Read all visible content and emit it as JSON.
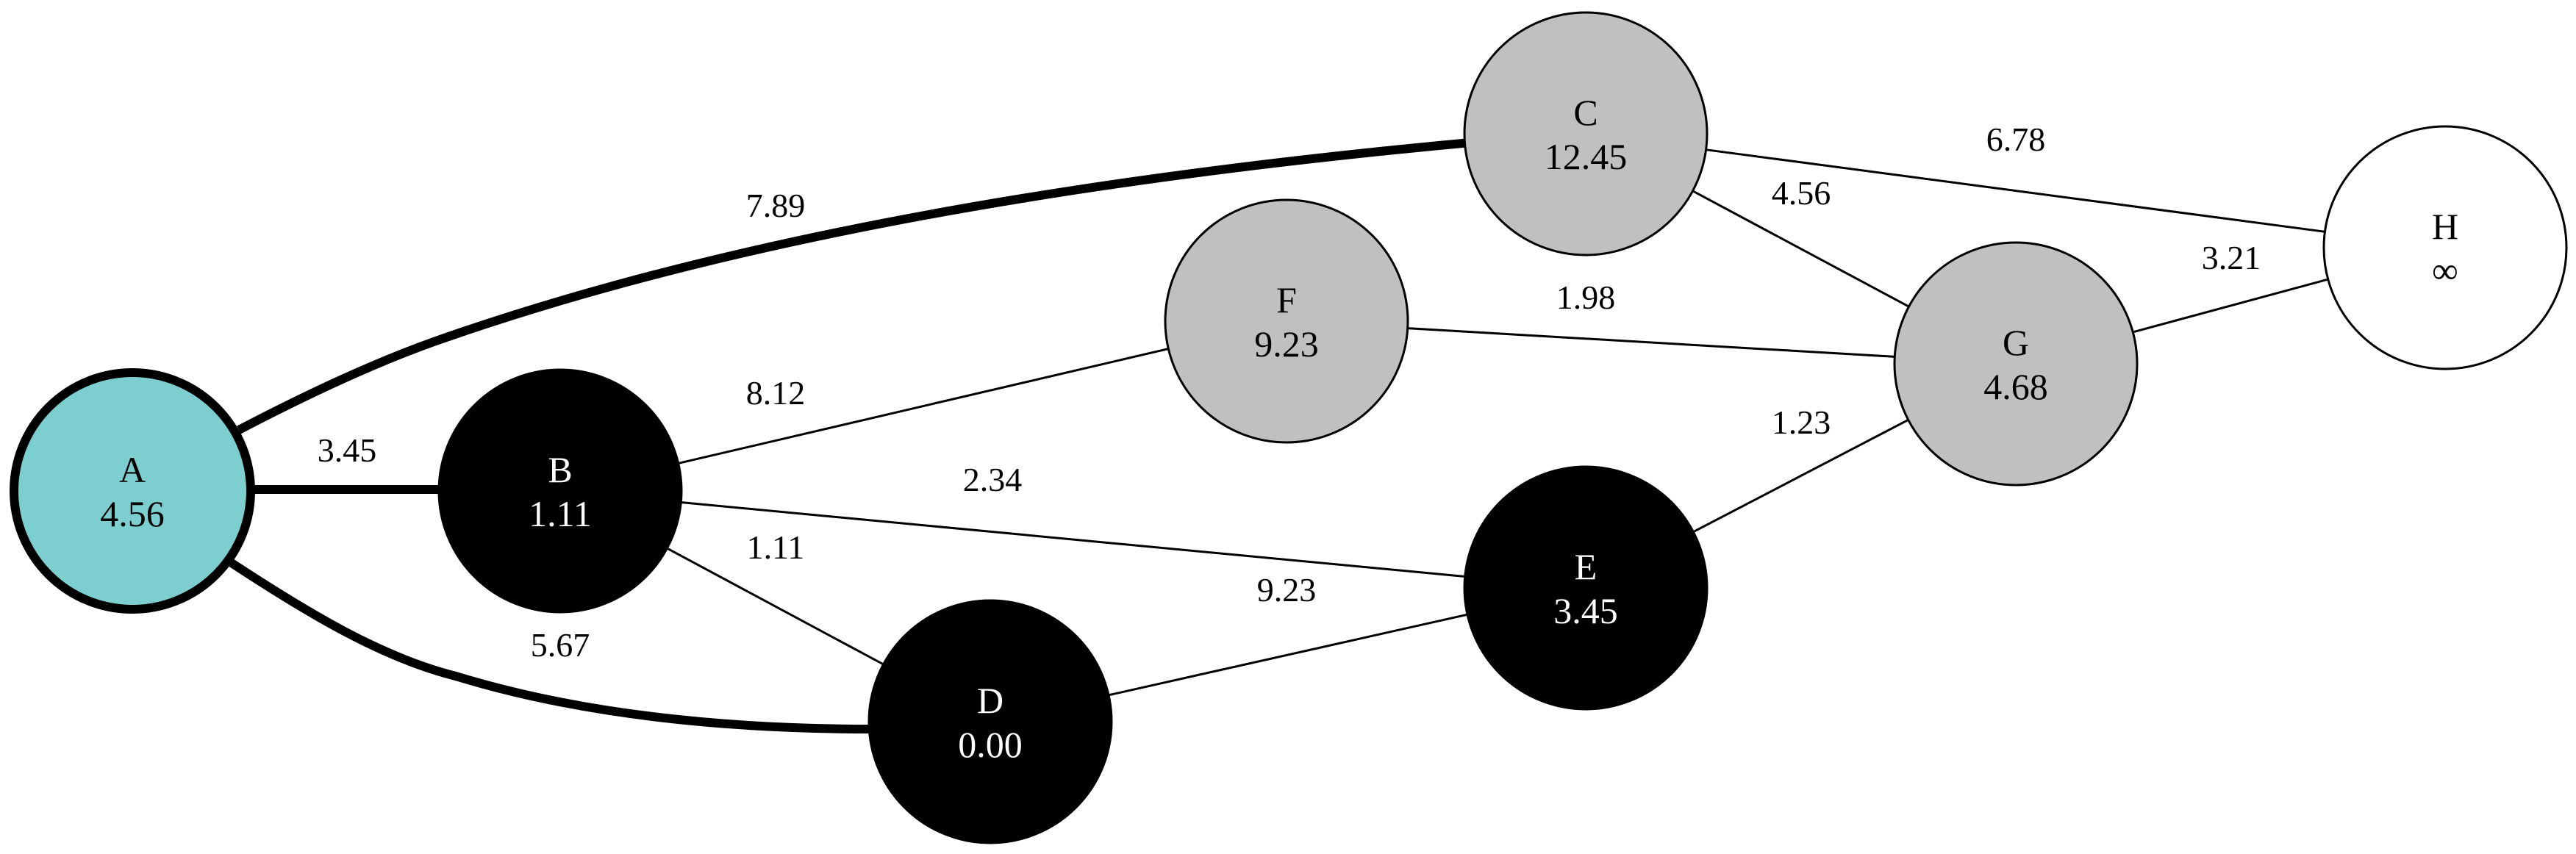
{
  "colors": {
    "current": "#7dcfcf",
    "visited": "#000000",
    "frontier": "#c0c0c0",
    "unvisited": "#ffffff"
  },
  "nodes": [
    {
      "id": "A",
      "dist": "4.56",
      "state": "current"
    },
    {
      "id": "B",
      "dist": "1.11",
      "state": "visited"
    },
    {
      "id": "C",
      "dist": "12.45",
      "state": "frontier"
    },
    {
      "id": "D",
      "dist": "0.00",
      "state": "visited"
    },
    {
      "id": "E",
      "dist": "3.45",
      "state": "visited"
    },
    {
      "id": "F",
      "dist": "9.23",
      "state": "frontier"
    },
    {
      "id": "G",
      "dist": "4.68",
      "state": "frontier"
    },
    {
      "id": "H",
      "dist": "∞",
      "state": "unvisited"
    }
  ],
  "edges": [
    {
      "from": "A",
      "to": "B",
      "weight": "3.45",
      "highlighted": true
    },
    {
      "from": "A",
      "to": "C",
      "weight": "7.89",
      "highlighted": true
    },
    {
      "from": "A",
      "to": "D",
      "weight": "5.67",
      "highlighted": true
    },
    {
      "from": "B",
      "to": "F",
      "weight": "8.12",
      "highlighted": false
    },
    {
      "from": "B",
      "to": "E",
      "weight": "2.34",
      "highlighted": false
    },
    {
      "from": "B",
      "to": "D",
      "weight": "1.11",
      "highlighted": false
    },
    {
      "from": "D",
      "to": "E",
      "weight": "9.23",
      "highlighted": false
    },
    {
      "from": "F",
      "to": "G",
      "weight": "1.98",
      "highlighted": false
    },
    {
      "from": "C",
      "to": "G",
      "weight": "4.56",
      "highlighted": false
    },
    {
      "from": "C",
      "to": "H",
      "weight": "6.78",
      "highlighted": false
    },
    {
      "from": "G",
      "to": "H",
      "weight": "3.21",
      "highlighted": false
    },
    {
      "from": "E",
      "to": "G",
      "weight": "1.23",
      "highlighted": false
    }
  ]
}
